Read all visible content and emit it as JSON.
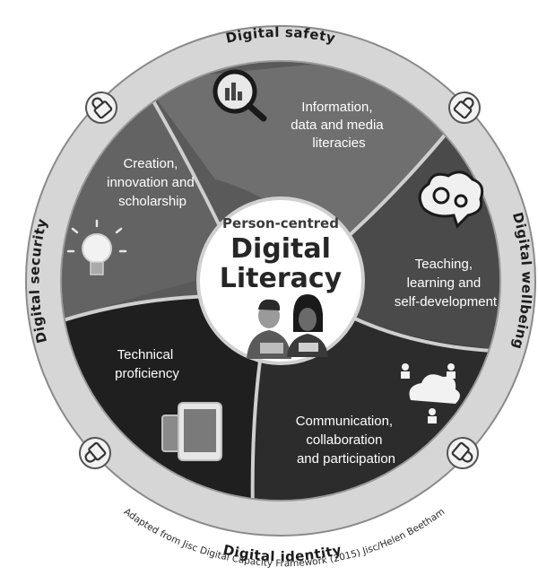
{
  "ring": {
    "top": "Digital safety",
    "left": "Digital security",
    "right": "Digital wellbeing",
    "bottom": "Digital identity"
  },
  "center": {
    "subtitle": "Person-centred",
    "title_line1": "Digital",
    "title_line2": "Literacy"
  },
  "segments": {
    "information": [
      "Information,",
      "data and media",
      "literacies"
    ],
    "creation": [
      "Creation,",
      "innovation and",
      "scholarship"
    ],
    "teaching": [
      "Teaching,",
      "learning and",
      "self-development"
    ],
    "technical": [
      "Technical",
      "proficiency"
    ],
    "communication": [
      "Communication,",
      "collaboration",
      "and participation"
    ]
  },
  "credit": "Adapted from Jisc Digital Capacity Framework (2015) Jisc/Helen Beetham",
  "colors": {
    "ring": "#d6d6d6",
    "information": "#6f6f6f",
    "creation": "#636363",
    "teaching": "#4a4a4a",
    "technical": "#1f1f1f",
    "communication": "#2c2c2c",
    "divider": "#cfcfcf"
  }
}
